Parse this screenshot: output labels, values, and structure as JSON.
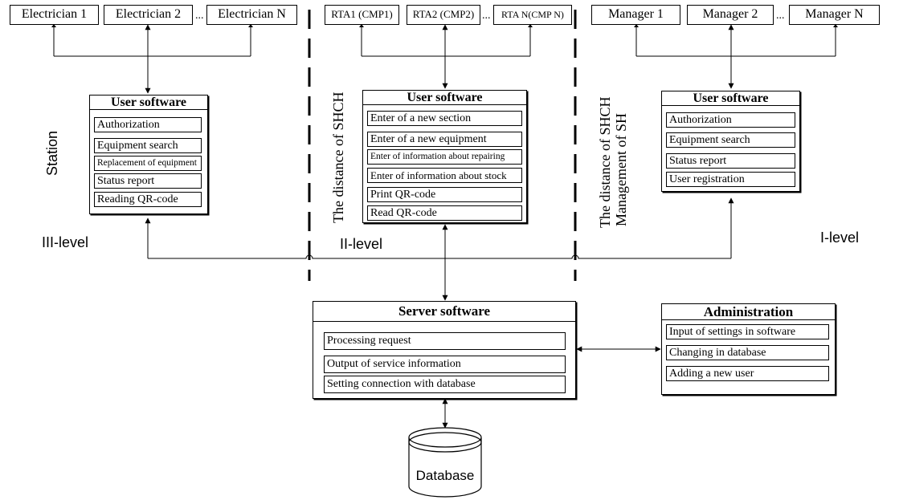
{
  "top_row": {
    "electricians": [
      "Electrician 1",
      "Electrician 2",
      "Electrician N"
    ],
    "rtas": [
      "RTA1 (CMP1)",
      "RTA2 (CMP2)",
      "RTA N(CMP N)"
    ],
    "managers": [
      "Manager  1",
      "Manager 2",
      "Manager  N"
    ],
    "ellipsis": "..."
  },
  "station_panel": {
    "title": "User software",
    "items": [
      "Authorization",
      "Equipment search",
      "Replacement of equipment",
      "Status report",
      "Reading QR-code"
    ]
  },
  "rta_panel": {
    "title": "User software",
    "items": [
      "Enter of a new section",
      "Enter of a new equipment",
      "Enter of information about repairing",
      "Enter of information about stock",
      "Print QR-code",
      "Read QR-code"
    ]
  },
  "manager_panel": {
    "title": "User software",
    "items": [
      "Authorization",
      "Equipment search",
      "Status report",
      "User registration"
    ]
  },
  "server_panel": {
    "title": "Server software",
    "items": [
      "Processing request",
      "Output of service information",
      "Setting connection with database"
    ]
  },
  "admin_panel": {
    "title": "Administration",
    "items": [
      "Input of settings in software",
      "Changing in database",
      "Adding a new user"
    ]
  },
  "labels": {
    "station": "Station",
    "level3": "III-level",
    "level2": "II-level",
    "level1": "I-level",
    "distance_shch": "The distance of SHCH",
    "distance_shch_2": "The distance of SHCH",
    "management_sh": "Management of SH"
  },
  "database": {
    "label": "Database"
  }
}
